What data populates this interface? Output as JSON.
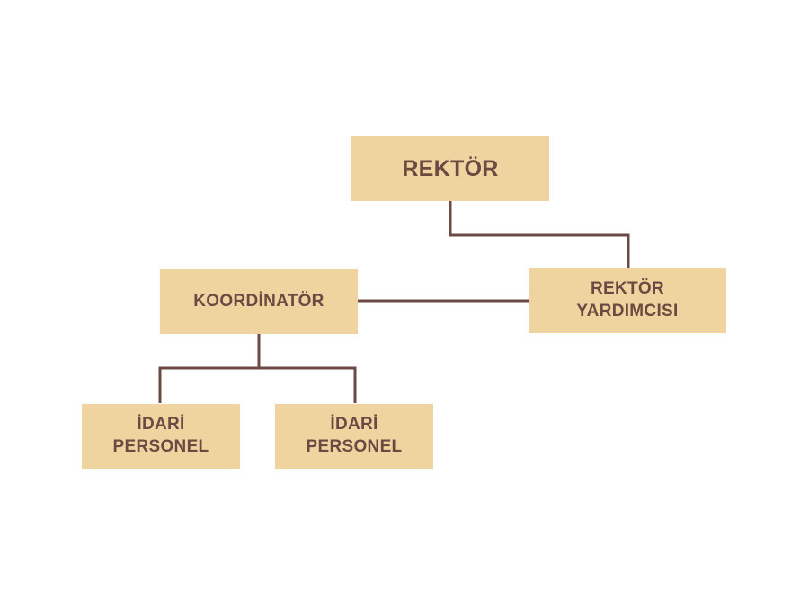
{
  "nodes": {
    "rektor": {
      "line1": "REKTÖR"
    },
    "rektor_yardimcisi": {
      "line1": "REKTÖR",
      "line2": "YARDIMCISI"
    },
    "koordinator": {
      "line1": "KOORDİNATÖR"
    },
    "idari_personel_1": {
      "line1": "İDARİ",
      "line2": "PERSONEL"
    },
    "idari_personel_2": {
      "line1": "İDARİ",
      "line2": "PERSONEL"
    }
  },
  "colors": {
    "box_fill": "#f0d49f",
    "text": "#6b4a43",
    "connector": "#6b4a43",
    "background": "#ffffff"
  }
}
